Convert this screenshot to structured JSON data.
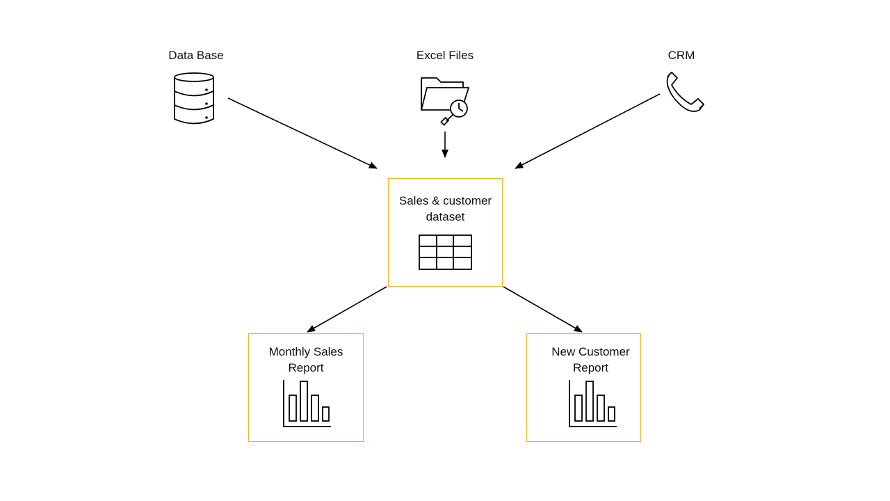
{
  "sources": {
    "database": {
      "label": "Data Base",
      "icon": "database-icon"
    },
    "excel": {
      "label": "Excel Files",
      "icon": "folder-search-icon"
    },
    "crm": {
      "label": "CRM",
      "icon": "phone-icon"
    }
  },
  "dataset": {
    "title_line1": "Sales & customer",
    "title_line2": "dataset",
    "icon": "table-icon"
  },
  "reports": {
    "monthly": {
      "title_line1": "Monthly Sales",
      "title_line2": "Report",
      "icon": "bar-chart-icon"
    },
    "customer": {
      "title_line1": "New Customer",
      "title_line2": "Report",
      "icon": "bar-chart-icon"
    }
  },
  "colors": {
    "box_border": "#F0B429",
    "stroke": "#000000"
  }
}
